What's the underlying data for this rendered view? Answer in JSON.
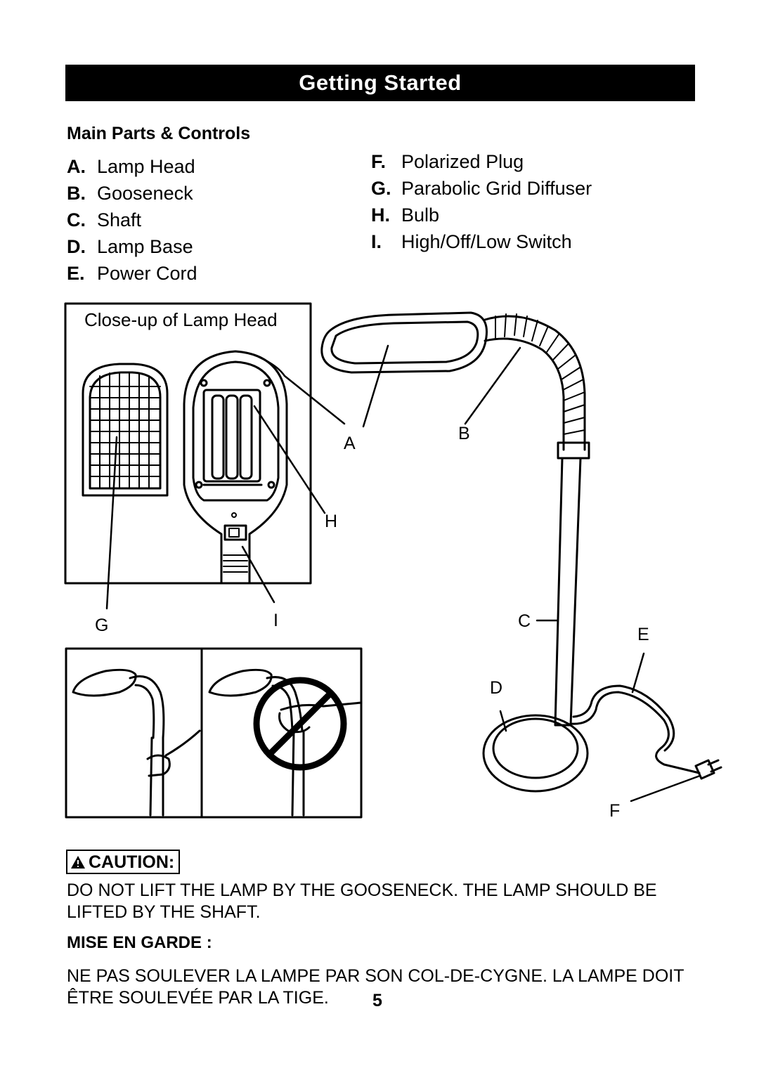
{
  "header": {
    "title": "Getting Started"
  },
  "section": {
    "title": "Main Parts & Controls"
  },
  "parts_left": [
    {
      "letter": "A.",
      "label": "Lamp Head"
    },
    {
      "letter": "B.",
      "label": "Gooseneck"
    },
    {
      "letter": "C.",
      "label": "Shaft"
    },
    {
      "letter": "D.",
      "label": "Lamp Base"
    },
    {
      "letter": "E.",
      "label": "Power Cord"
    }
  ],
  "parts_right": [
    {
      "letter": "F.",
      "label": "Polarized Plug"
    },
    {
      "letter": "G.",
      "label": "Parabolic Grid Diffuser"
    },
    {
      "letter": "H.",
      "label": "Bulb"
    },
    {
      "letter": "I.",
      "label": "High/Off/Low Switch"
    }
  ],
  "diagram": {
    "closeup_title": "Close-up of Lamp Head",
    "labels": {
      "a": "A",
      "b": "B",
      "c": "C",
      "d": "D",
      "e": "E",
      "f": "F",
      "g": "G",
      "h": "H",
      "i": "I"
    }
  },
  "caution": {
    "label": "CAUTION:",
    "text_en": "DO NOT LIFT THE LAMP BY THE GOOSENECK. THE LAMP SHOULD BE LIFTED BY THE SHAFT.",
    "label_fr": "MISE EN GARDE :",
    "text_fr": "NE PAS SOULEVER LA LAMPE PAR SON COL-DE-CYGNE. LA LAMPE DOIT ÊTRE SOULEVÉE PAR LA TIGE."
  },
  "page_number": "5"
}
